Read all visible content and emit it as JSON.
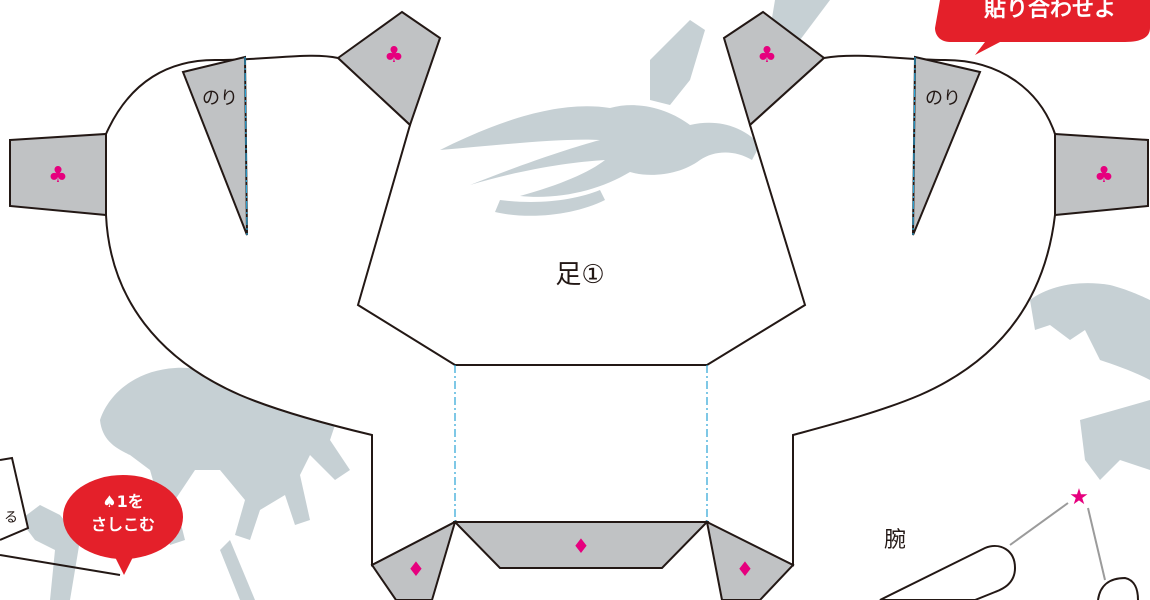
{
  "sheet": {
    "part_label": "足①",
    "arm_label": "腕",
    "glue_label": "のり",
    "club_mark": "♣",
    "diamond_mark": "♦",
    "star_mark": "★"
  },
  "callouts": {
    "top_right": "貼り合わせよ",
    "insert_line1": "♠1を",
    "insert_line2": "さしこむ"
  },
  "edge_fragment_left": "る",
  "colors": {
    "tab_gray": "#c0c2c4",
    "mark_pink": "#e6007e",
    "fold_blue": "#2aa3d6",
    "callout_red": "#e4202a",
    "skeleton": "#c6d0d4"
  }
}
